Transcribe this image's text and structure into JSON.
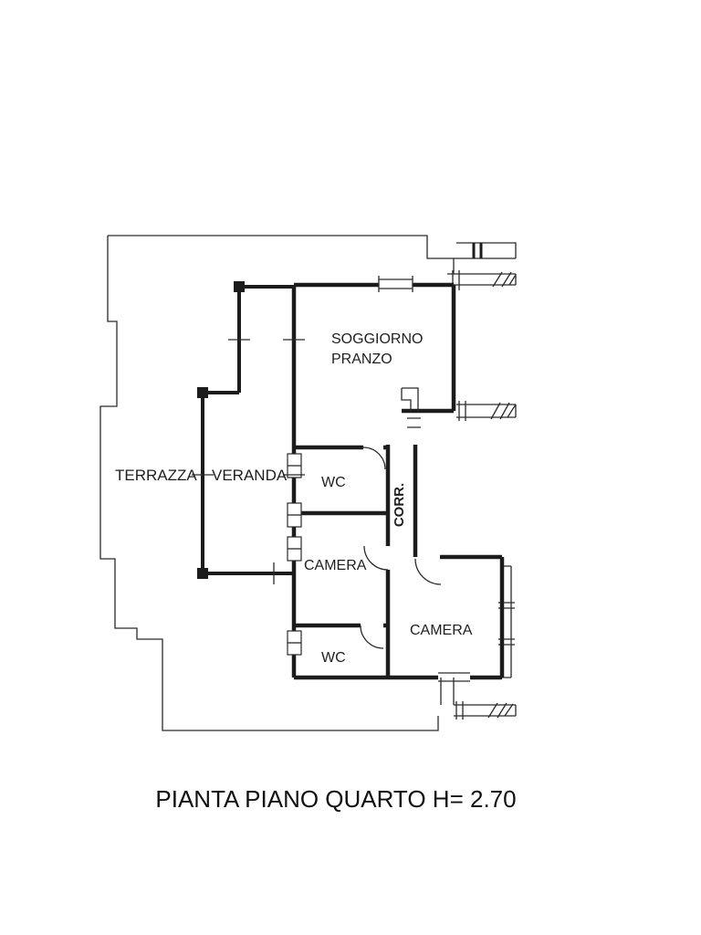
{
  "plan": {
    "title": "PIANTA PIANO QUARTO  H= 2.70",
    "rooms": {
      "soggiorno_line1": "SOGGIORNO",
      "soggiorno_line2": "PRANZO",
      "terrazza": "TERRAZZA",
      "veranda": "VERANDA",
      "wc_top": "WC",
      "corridor": "CORR.",
      "camera_left": "CAMERA",
      "camera_right": "CAMERA",
      "wc_bottom": "WC"
    },
    "colors": {
      "line": "#1c1c1c",
      "label": "#1f1f1f",
      "wc_top_label": "#8c8c8c",
      "wc_bottom_label": "#5f5f5f",
      "background": "#ffffff"
    }
  }
}
